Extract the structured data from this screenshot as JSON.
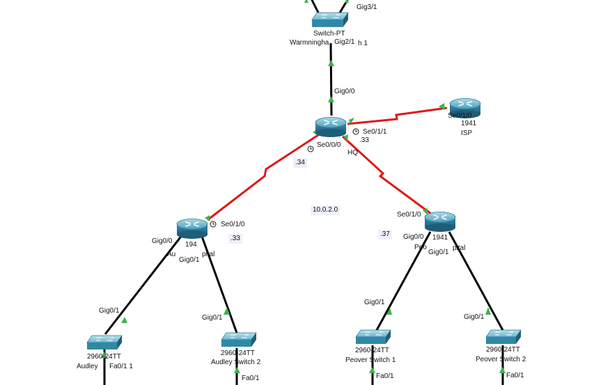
{
  "colors": {
    "ethernet": "#000000",
    "serial": "#e01818",
    "link_up": "#3cb34a",
    "device": "#2f88a6"
  },
  "devices": {
    "warmingham_switch": {
      "model": "Switch-PT",
      "name": "Warmningha",
      "name_tail": "h 1"
    },
    "hq_router": {
      "name": "HQ"
    },
    "isp_router": {
      "model": "1941",
      "name": "ISP"
    },
    "audley_hospital_router": {
      "model": "194",
      "name_a": "Au",
      "name_b": "pital"
    },
    "peover_hospital_router": {
      "model": "1941",
      "name_a": "Peo",
      "name_b": "pital"
    },
    "audley_switch_1": {
      "model": "2960-24TT",
      "name": "Audley"
    },
    "audley_switch_2": {
      "model": "2960-24TT",
      "name": "Audley Switch 2"
    },
    "peover_switch_1": {
      "model": "2960-24TT",
      "name": "Peover Switch 1"
    },
    "peover_switch_2": {
      "model": "2960-24TT",
      "name": "Peover Switch 2"
    }
  },
  "interfaces": {
    "sw_gig3_1": "Gig3/1",
    "sw_gig2_1": "Gig2/1",
    "hq_gig0_0": "Gig0/0",
    "hq_se0_1_1": "Se0/1/1",
    "hq_se0_0_0": "Se0/0/0",
    "isp_se0_1_0": "Se0/1/0",
    "aud_se0_1_0": "Se0/1/0",
    "aud_gig0_0": "Gig0/0",
    "aud_gig0_1": "Gig0/1",
    "peo_se0_1_0": "Se0/1/0",
    "peo_gig0_0": "Gig0/0",
    "peo_gig0_1": "Gig0/1",
    "as1_gig0_1": "Gig0/1",
    "as1_fa0_1": "Fa0/1 1",
    "as2_gig0_1": "Gig0/1",
    "as2_fa0_1": "Fa0/1",
    "ps1_gig0_1": "Gig0/1",
    "ps1_fa0_1": "Fa0/1",
    "ps2_gig0_1": "Gig0/1",
    "ps2_fa0_1": "Fa0/1"
  },
  "addresses": {
    "hq_fragment": ".33",
    "dot34": ".34",
    "dot33": ".33",
    "dot37": ".37",
    "network": "10.0.2.0"
  }
}
